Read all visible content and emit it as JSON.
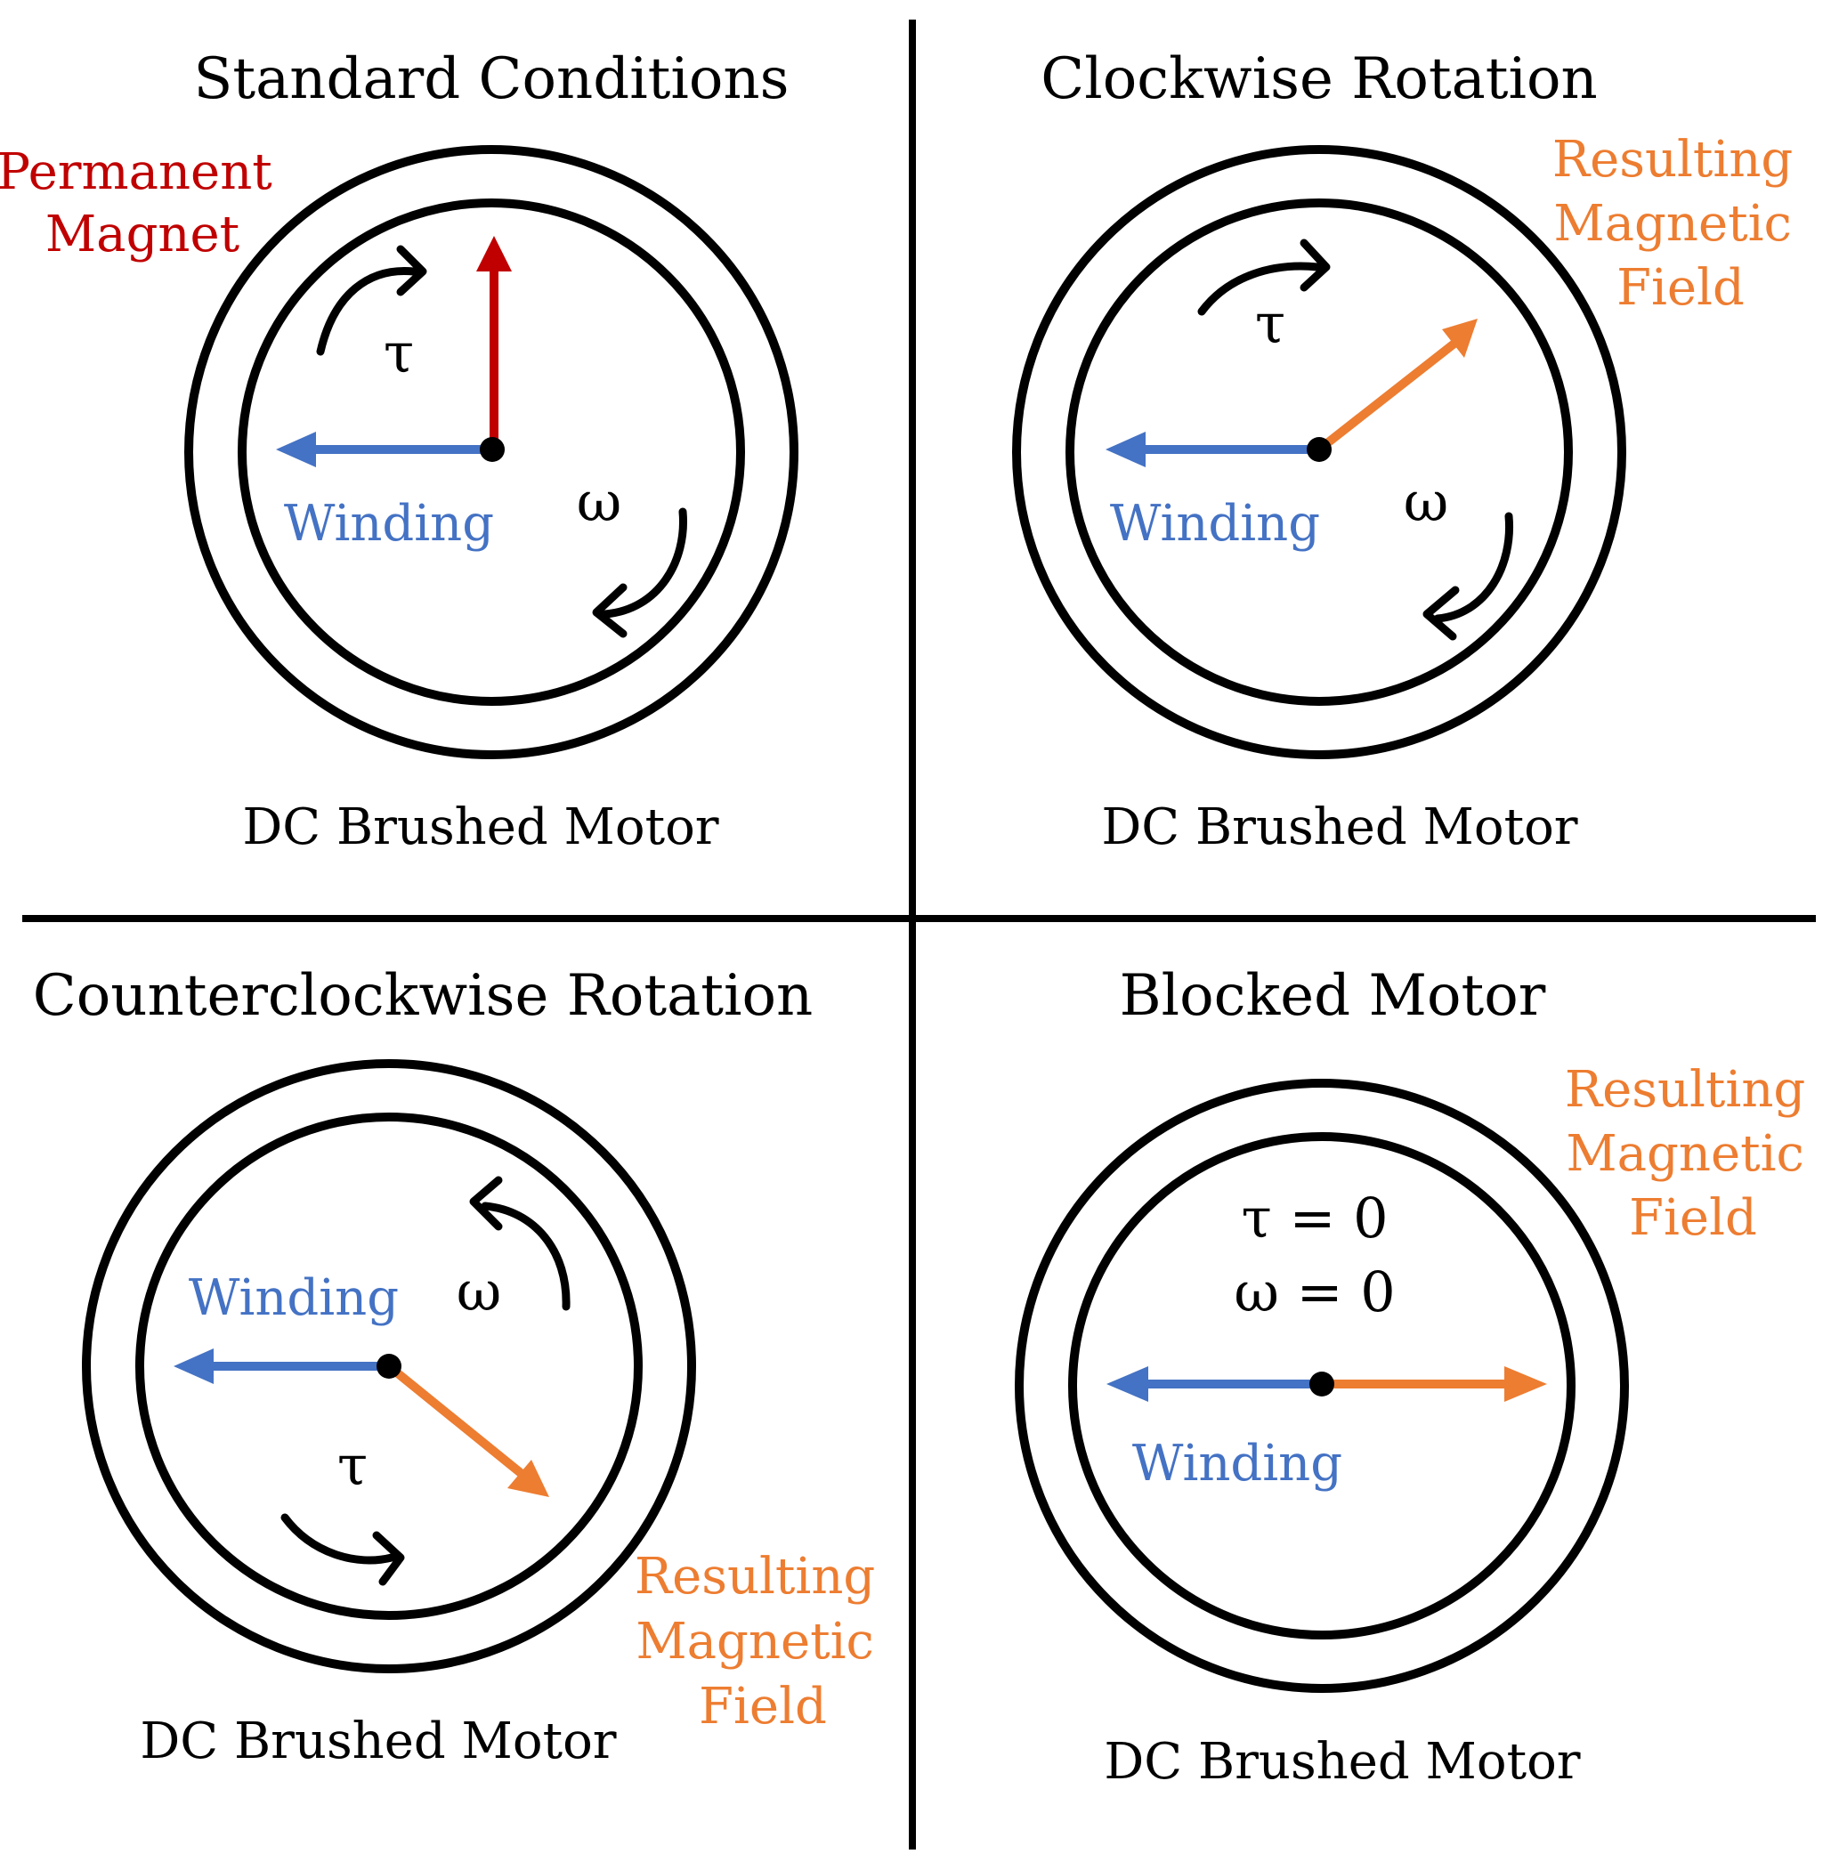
{
  "colors": {
    "winding": "#4472C4",
    "permanent_magnet": "#C00000",
    "resulting_field": "#ED7D31",
    "ink": "#000000"
  },
  "panels": [
    {
      "title": "Standard Conditions",
      "caption": "DC Brushed Motor",
      "winding_label": "Winding",
      "field_label": [
        "Permanent",
        "Magnet"
      ],
      "torque_symbol": "τ",
      "speed_symbol": "ω"
    },
    {
      "title": "Clockwise Rotation",
      "caption": "DC Brushed Motor",
      "winding_label": "Winding",
      "field_label": [
        "Resulting",
        "Magnetic",
        "Field"
      ],
      "torque_symbol": "τ",
      "speed_symbol": "ω"
    },
    {
      "title": "Counterclockwise Rotation",
      "caption": "DC Brushed Motor",
      "winding_label": "Winding",
      "field_label": [
        "Resulting",
        "Magnetic",
        "Field"
      ],
      "torque_symbol": "τ",
      "speed_symbol": "ω"
    },
    {
      "title": "Blocked Motor",
      "caption": "DC Brushed Motor",
      "winding_label": "Winding",
      "field_label": [
        "Resulting",
        "Magnetic",
        "Field"
      ],
      "torque_eq": "τ = 0",
      "speed_eq": "ω = 0"
    }
  ]
}
